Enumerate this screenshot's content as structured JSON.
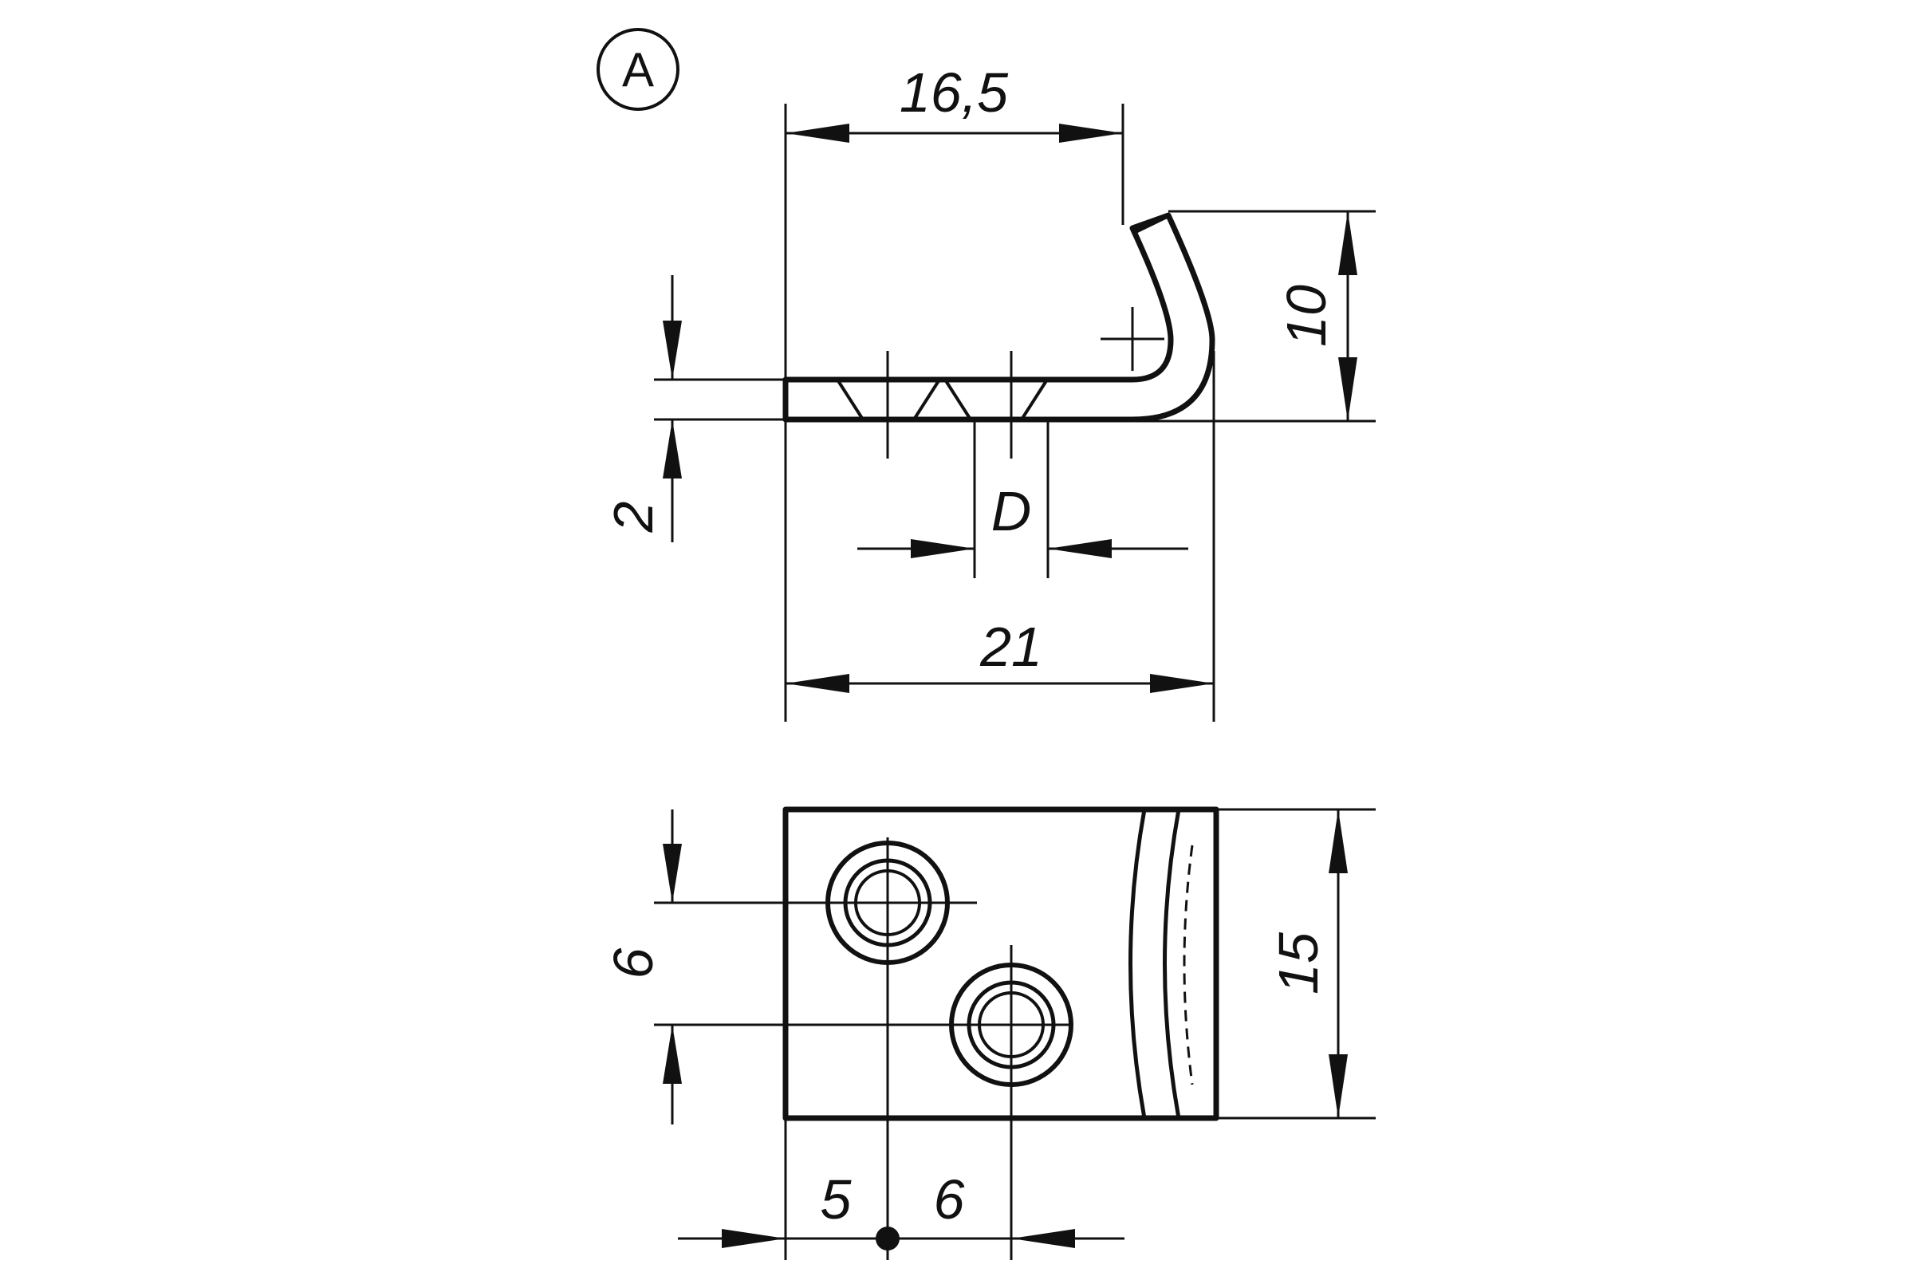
{
  "view_marker": "A",
  "dimensions": {
    "length_total": "21",
    "length_to_bend": "16,5",
    "height": "10",
    "thickness": "2",
    "hole_diameter": "D",
    "width": "15",
    "hole_offset_y": "6",
    "hole_offset_x_first": "5",
    "hole_spacing_x": "6"
  }
}
